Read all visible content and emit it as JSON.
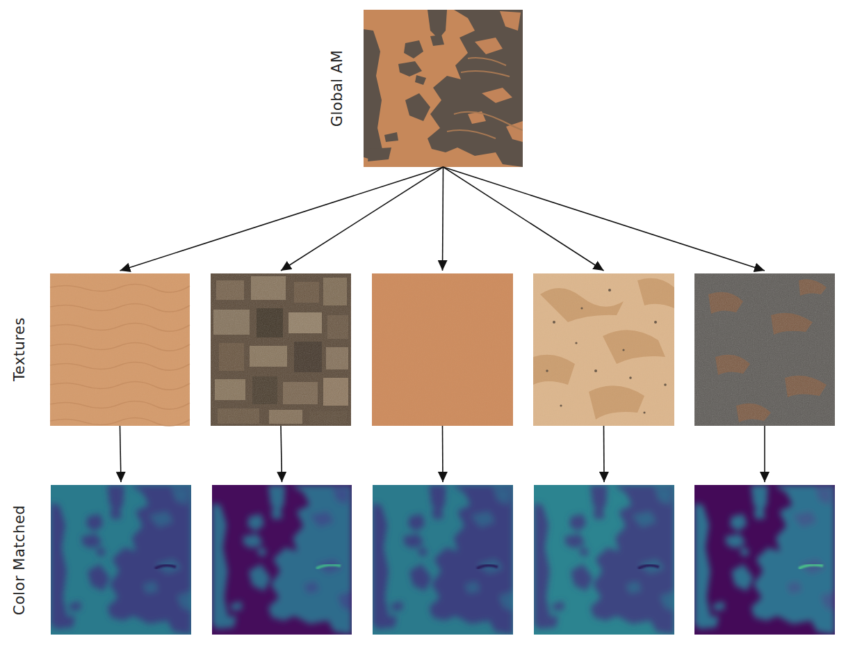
{
  "diagram": {
    "nodes": [
      {
        "text": [
          "Global AM"
        ]
      },
      {
        "text": []
      },
      {
        "text": []
      },
      {
        "text": []
      },
      {
        "text": []
      },
      {
        "text": []
      },
      {
        "text": []
      },
      {
        "text": []
      },
      {
        "text": []
      },
      {
        "text": []
      },
      {
        "text": []
      }
    ],
    "edges": [
      {
        "from": 0,
        "to": 1,
        "arrow": "to"
      },
      {
        "from": 0,
        "to": 2,
        "arrow": "to"
      },
      {
        "from": 0,
        "to": 3,
        "arrow": "to"
      },
      {
        "from": 0,
        "to": 4,
        "arrow": "to"
      },
      {
        "from": 0,
        "to": 5,
        "arrow": "to"
      },
      {
        "from": 1,
        "to": 6,
        "arrow": "to"
      },
      {
        "from": 2,
        "to": 7,
        "arrow": "to"
      },
      {
        "from": 3,
        "to": 8,
        "arrow": "to"
      },
      {
        "from": 4,
        "to": 9,
        "arrow": "to"
      },
      {
        "from": 5,
        "to": 10,
        "arrow": "to"
      }
    ],
    "labels": [
      "Textures",
      "Color Matched"
    ]
  }
}
